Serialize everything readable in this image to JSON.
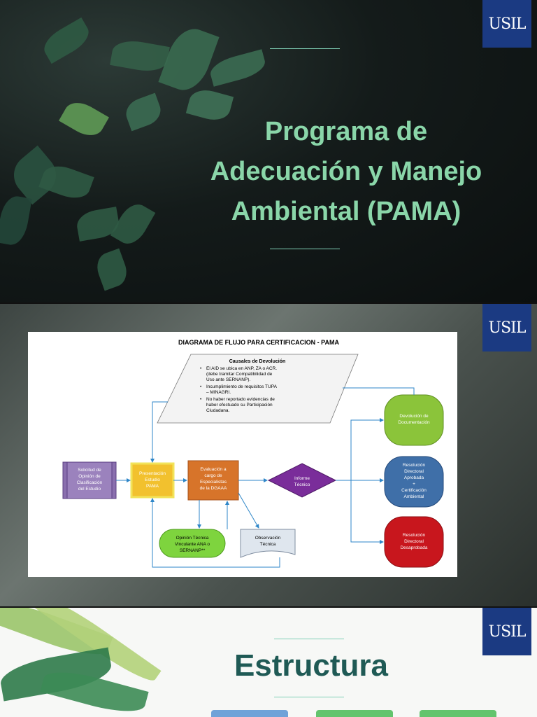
{
  "logo": {
    "text": "USIL"
  },
  "slide1": {
    "title_lines": [
      "Programa de",
      "Adecuación y Manejo",
      "Ambiental (PAMA)"
    ]
  },
  "slide2": {
    "diagram": {
      "title": "DIAGRAMA DE FLUJO PARA CERTIFICACION - PAMA",
      "causales_title": "Causales de Devolución",
      "causales_items": [
        [
          "El AID se ubica en ANP, ZA o ACR.",
          "(debe tramitar Compatibilidad de",
          "Uso ante SERNANP)."
        ],
        [
          "Incumplimiento de requisitos TUPA",
          "– MINAGRI."
        ],
        [
          "No haber reportado evidencias de",
          "haber efectuado su Participación",
          "Ciudadana."
        ]
      ],
      "solicitud": [
        "Solicitud de",
        "Opinión de",
        "Clasificación",
        "del Estudio"
      ],
      "presentacion": [
        "Presentación",
        "Estudio",
        "PAMA"
      ],
      "evaluacion": [
        "Evaluación a",
        "cargo de",
        "Especialistas",
        "de la DGAAA"
      ],
      "informe": [
        "Informe",
        "Técnico"
      ],
      "opinion": [
        "Opinión Técnica",
        "Vinculante ANA o",
        "SERNANP**"
      ],
      "observacion": [
        "Observación",
        "Técnica"
      ],
      "devolucion": [
        "Devolución de",
        "Documentación"
      ],
      "aprobada": [
        "Resolución",
        "Directoral",
        "Aprobada",
        "+",
        "Certificación",
        "Ambiental"
      ],
      "desaprobada": [
        "Resolución",
        "Directoral",
        "Desaprobada"
      ]
    }
  },
  "slide3": {
    "title": "Estructura"
  },
  "colors": {
    "title_green": "#8ad6a9",
    "logo_blue": "#1b3a82",
    "structure_title": "#1f5a55"
  }
}
